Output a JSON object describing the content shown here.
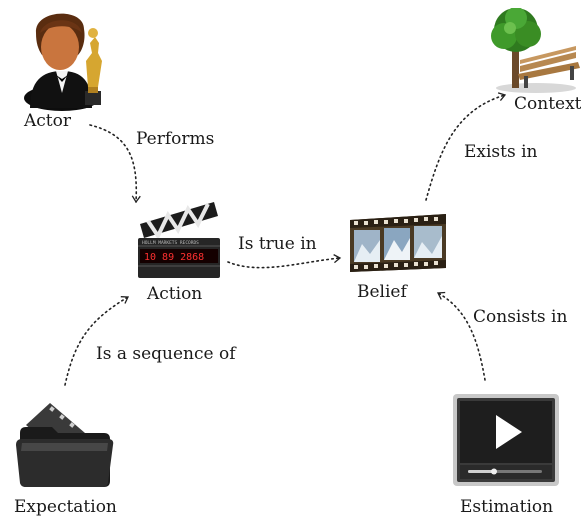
{
  "nodes": {
    "actor": "Actor",
    "context": "Context",
    "action": "Action",
    "belief": "Belief",
    "expectation": "Expectation",
    "estimation": "Estimation"
  },
  "edges": {
    "performs": "Performs",
    "exists_in": "Exists in",
    "is_true_in": "Is true in",
    "consists_in": "Consists in",
    "is_a_sequence_of": "Is a sequence of"
  },
  "clapper": {
    "header": "HOLLM MARKETS RECORDS",
    "counter": "10 89 2868"
  },
  "icons": [
    "actor-oscar-icon",
    "context-tree-bench-icon",
    "action-clapperboard-icon",
    "belief-film-strip-icon",
    "expectation-film-folder-icon",
    "estimation-video-player-icon"
  ]
}
